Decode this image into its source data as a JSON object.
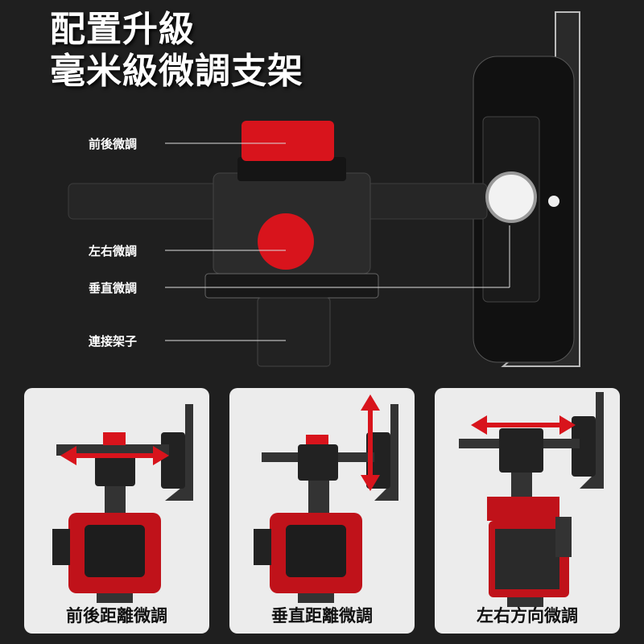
{
  "title": {
    "line1": "配置升級",
    "line2": "毫米級微調支架"
  },
  "callouts": [
    {
      "label": "前後微調"
    },
    {
      "label": "左右微調"
    },
    {
      "label": "垂直微調"
    },
    {
      "label": "連接架子"
    }
  ],
  "cards": [
    {
      "caption": "前後距離微調"
    },
    {
      "caption": "垂直距離微調"
    },
    {
      "caption": "左右方向微調"
    }
  ],
  "colors": {
    "background": "#1f1f1f",
    "accent": "#d8141c",
    "card": "#ececec"
  }
}
